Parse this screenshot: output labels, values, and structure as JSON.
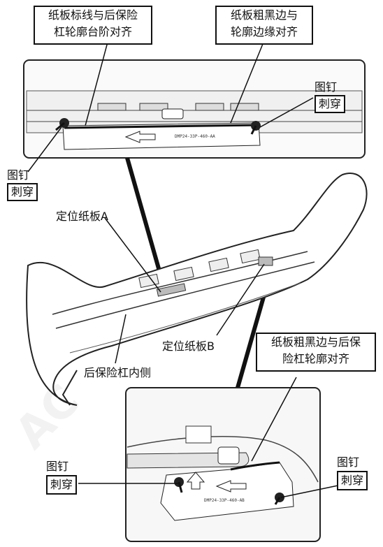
{
  "callouts": {
    "top_left": {
      "line1": "纸板标线与后保险",
      "line2": "杠轮廓台阶对齐"
    },
    "top_right": {
      "line1": "纸板粗黑边与",
      "line2": "轮廓边缘对齐"
    },
    "pin_top_right": {
      "line1": "图钉",
      "line2": "刺穿"
    },
    "pin_left": {
      "line1": "图钉",
      "line2": "刺穿"
    },
    "bottom_right": {
      "line1": "纸板粗黑边与后保",
      "line2": "险杠轮廓对齐"
    },
    "pin_bottom_left": {
      "line1": "图钉",
      "line2": "刺穿"
    },
    "pin_bottom_right": {
      "line1": "图钉",
      "line2": "刺穿"
    }
  },
  "labels": {
    "board_a": "定位纸板A",
    "board_b": "定位纸板B",
    "bumper_inner": "后保险杠内侧"
  },
  "board_texts": {
    "top_part_no": "DMP24-33P-460-AA",
    "bottom_part_no": "DMP24-33P-460-AB"
  }
}
